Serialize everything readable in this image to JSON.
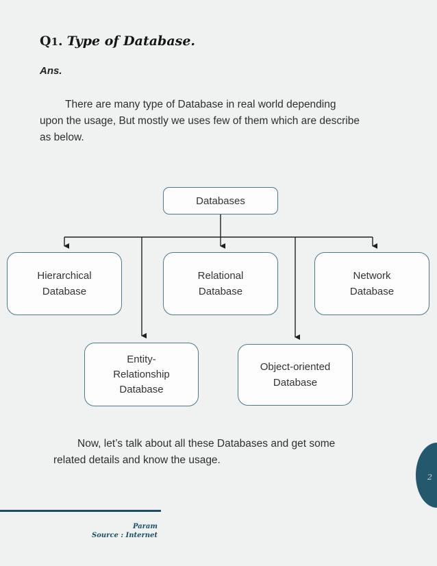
{
  "page": {
    "number": "2"
  },
  "question": {
    "label_q": "Q",
    "label_number": "1",
    "label_dot": ".",
    "title": "Type of Database.",
    "answer_label": "Ans.",
    "intro_lines": [
      "There are many type of Database in real world depending",
      "upon the usage, But mostly we uses few of them which are describe",
      "as below."
    ],
    "outro_lines": [
      "Now, let’s talk about all these Databases and get some",
      "related details and know the usage."
    ]
  },
  "diagram": {
    "root_label": "Databases",
    "nodes": {
      "hierarchical": {
        "line1": "Hierarchical",
        "line2": "Database"
      },
      "relational": {
        "line1": "Relational",
        "line2": "Database"
      },
      "network": {
        "line1": "Network",
        "line2": "Database"
      },
      "entity": {
        "line1": "Entity-",
        "line2": "Relationship",
        "line3": "Database"
      },
      "object": {
        "line1": "Object-oriented",
        "line2": "Database"
      }
    }
  },
  "footer": {
    "author": "Param",
    "source": "Source : Internet"
  },
  "colors": {
    "bg": "#f0f2f1",
    "ink": "#2d2d2d",
    "line": "#1f1f1f",
    "box_border": "#4e7789",
    "box_fill": "#fdfdfd",
    "teal": "#1d4f63",
    "tab_fill": "#24596d",
    "tab_ink": "#c9d2d2"
  }
}
